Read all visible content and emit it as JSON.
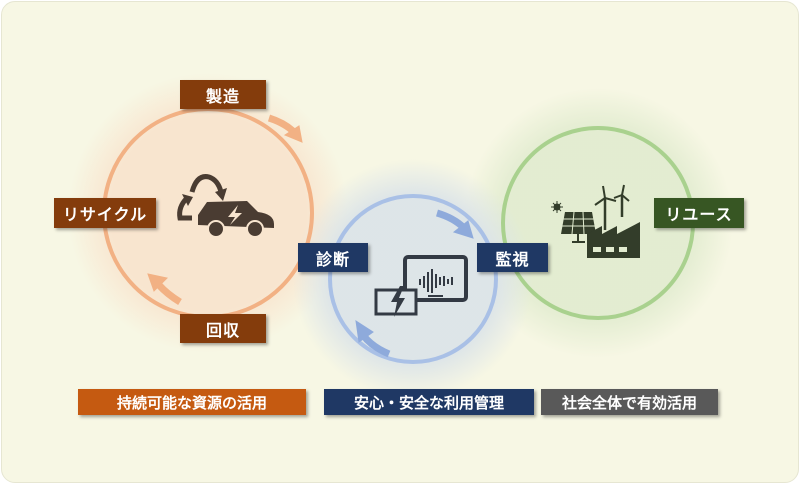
{
  "cycle_labels": {
    "manufacturing": "製造",
    "recycle": "リサイクル",
    "collection": "回収",
    "diagnosis": "診断",
    "monitoring": "監視",
    "reuse": "リユース"
  },
  "footer_labels": {
    "resources": "持続可能な資源の活用",
    "safe_use": "安心・安全な利用管理",
    "society": "社会全体で有効活用"
  },
  "colors": {
    "brown": "#843c0c",
    "navy": "#1f3864",
    "green": "#375623",
    "orange": "#c55a11",
    "gray": "#595959"
  }
}
